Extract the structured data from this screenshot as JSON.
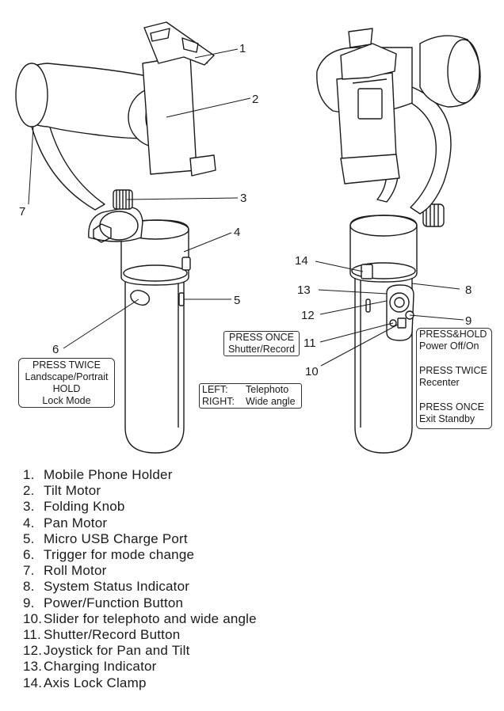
{
  "numbers": [
    "1",
    "2",
    "3",
    "4",
    "5",
    "6",
    "7",
    "8",
    "9",
    "10",
    "11",
    "12",
    "13",
    "14"
  ],
  "captions": {
    "trigger": [
      "PRESS TWICE",
      "Landscape/Portrait",
      "HOLD",
      "Lock Mode"
    ],
    "shutter": [
      "PRESS ONCE",
      "Shutter/Record"
    ],
    "slider": [
      {
        "key": "LEFT:",
        "value": "Telephoto"
      },
      {
        "key": "RIGHT:",
        "value": "Wide angle"
      }
    ],
    "power": {
      "hold": [
        "PRESS&HOLD",
        "Power Off/On"
      ],
      "twice": [
        "PRESS TWICE",
        "Recenter"
      ],
      "once": [
        "PRESS ONCE",
        "Exit Standby"
      ]
    }
  },
  "legend": [
    {
      "num": "1.",
      "text": "Mobile Phone Holder"
    },
    {
      "num": "2.",
      "text": "Tilt Motor"
    },
    {
      "num": "3.",
      "text": "Folding Knob"
    },
    {
      "num": "4.",
      "text": "Pan Motor"
    },
    {
      "num": "5.",
      "text": "Micro USB Charge Port"
    },
    {
      "num": "6.",
      "text": "Trigger for mode change"
    },
    {
      "num": "7.",
      "text": "Roll Motor"
    },
    {
      "num": "8.",
      "text": "System Status Indicator"
    },
    {
      "num": "9.",
      "text": "Power/Function Button"
    },
    {
      "num": "10.",
      "text": "Slider for telephoto and wide angle"
    },
    {
      "num": "11.",
      "text": "Shutter/Record Button"
    },
    {
      "num": "12.",
      "text": "Joystick for Pan and Tilt"
    },
    {
      "num": "13.",
      "text": "Charging Indicator"
    },
    {
      "num": "14.",
      "text": "Axis Lock Clamp"
    }
  ],
  "colors": {
    "line": "#1a1a1a",
    "fill": "#ffffff"
  }
}
